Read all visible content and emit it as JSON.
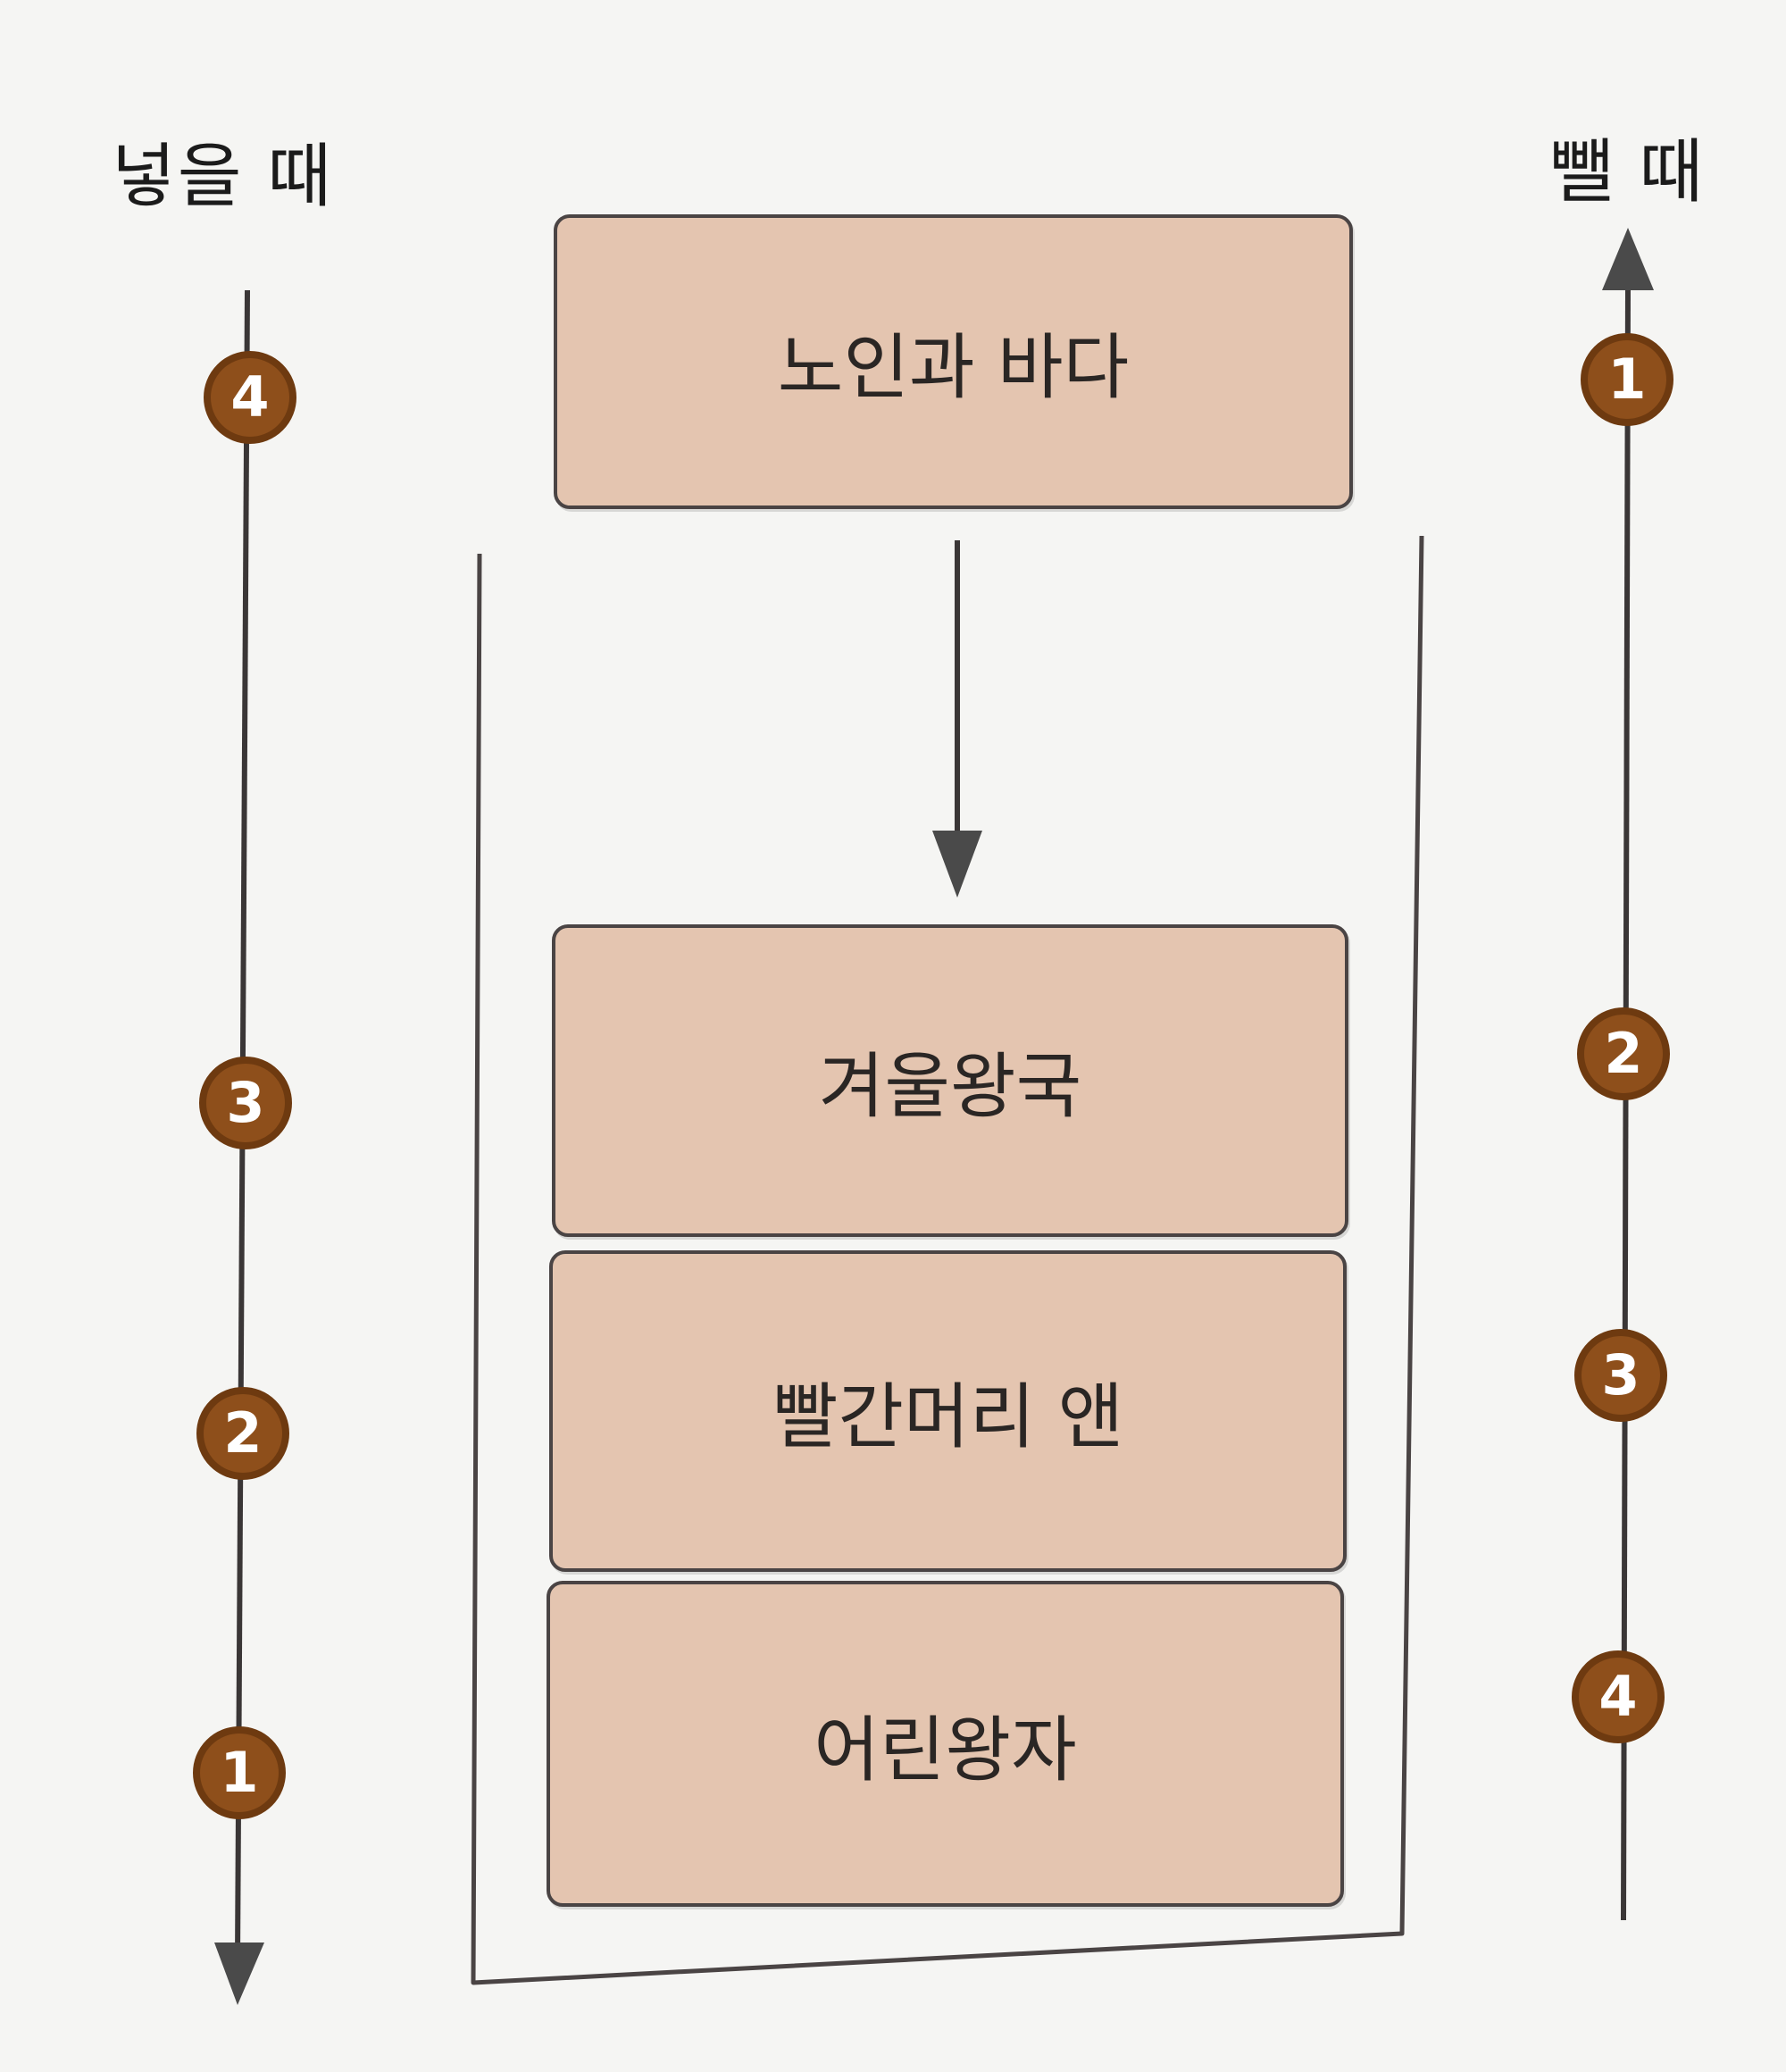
{
  "labels": {
    "push": "넣을 때",
    "pop": "뺄 때"
  },
  "incoming_book": "노인과 바다",
  "stack_books": [
    "겨울왕국",
    "빨간머리 앤",
    "어린왕자"
  ],
  "push_steps": [
    "4",
    "3",
    "2",
    "1"
  ],
  "pop_steps": [
    "1",
    "2",
    "3",
    "4"
  ],
  "colors": {
    "book_fill": "#e4c5b0",
    "badge": "#8e4f1b",
    "line": "#4a4444"
  }
}
